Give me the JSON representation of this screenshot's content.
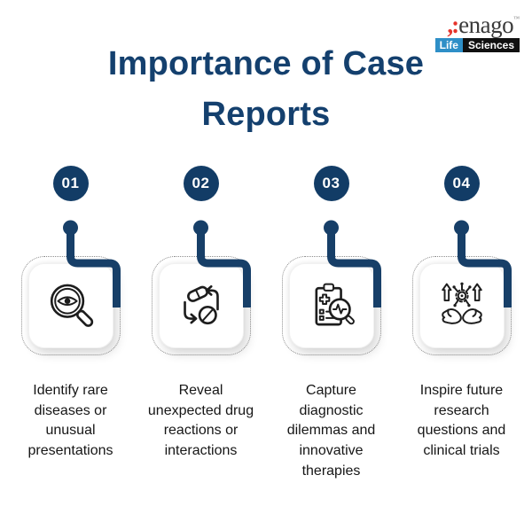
{
  "brand": {
    "mark": ",:",
    "name": "enago",
    "trademark": "™",
    "division_left": "Life",
    "division_right": "Sciences"
  },
  "title": "Importance of Case Reports",
  "items": [
    {
      "number": "01",
      "icon": "magnifier-eye-icon",
      "caption": "Identify rare diseases or unusual presentations"
    },
    {
      "number": "02",
      "icon": "drug-interaction-icon",
      "caption": "Reveal unexpected drug reactions or interactions"
    },
    {
      "number": "03",
      "icon": "clipboard-diagnosis-icon",
      "caption": "Capture diagnostic dilemmas and innovative therapies"
    },
    {
      "number": "04",
      "icon": "hands-innovation-icon",
      "caption": "Inspire future research questions and clinical trials"
    }
  ],
  "colors": {
    "navy": "#14406e",
    "logo_red": "#e6332a",
    "life_blue": "#2e8fc7",
    "sciences_black": "#101010",
    "caption_text": "#161616",
    "dotted_border": "#8d8d8d"
  }
}
